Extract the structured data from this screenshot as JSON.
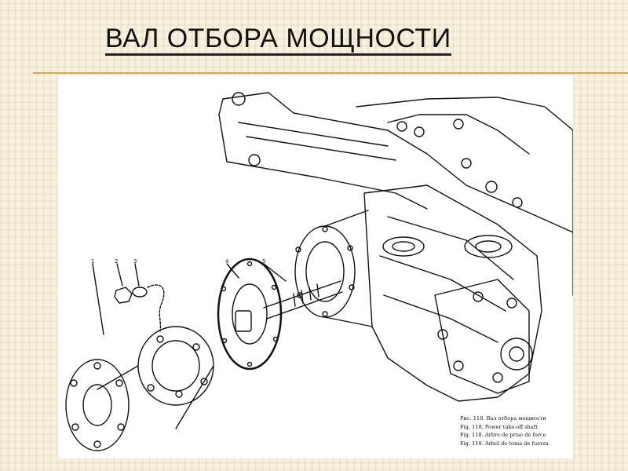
{
  "slide": {
    "bullet": "",
    "title": "ВАЛ ОТБОРА МОЩНОСТИ"
  },
  "figure": {
    "part_numbers": [
      "1",
      "2",
      "3",
      "4",
      "5"
    ],
    "caption": [
      "Рис. 118. Вал отбора мощности",
      "Fig. 118. Power take-off shaft",
      "Fig. 118. Arbre de prise de force",
      "Fig. 118. Arbol de toma de fuerza"
    ]
  }
}
